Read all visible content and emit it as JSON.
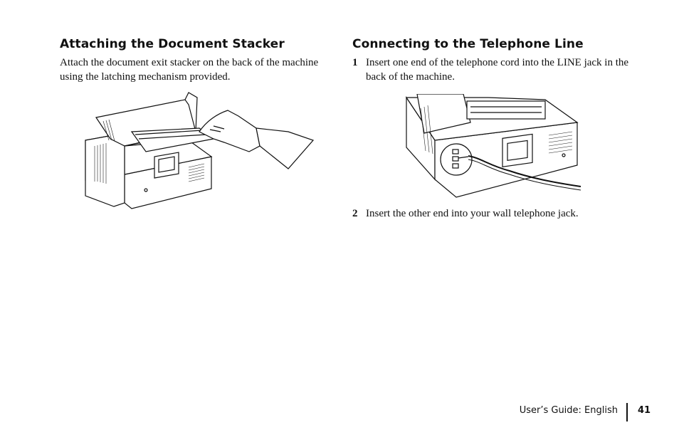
{
  "left_section": {
    "heading": "Attaching the Document Stacker",
    "body": "Attach the document exit stacker on the back of the machine using the latching mechanism provided."
  },
  "right_section": {
    "heading": "Connecting to the Telephone Line",
    "steps": [
      {
        "number": "1",
        "text": "Insert one end of the telephone cord into the LINE jack in the back of the machine."
      },
      {
        "number": "2",
        "text": "Insert the other end into your wall telephone jack."
      }
    ]
  },
  "footer": {
    "label": "User’s Guide:  English",
    "page_number": "41"
  }
}
